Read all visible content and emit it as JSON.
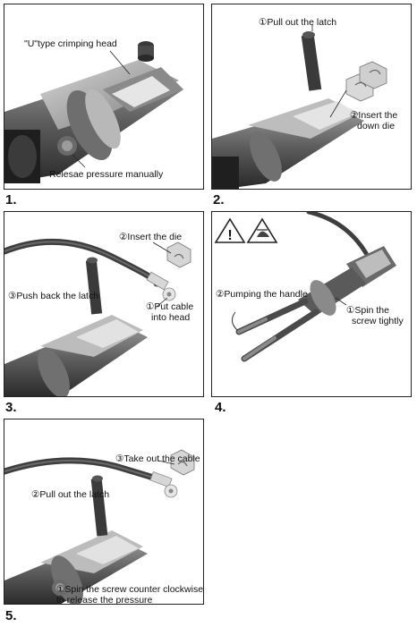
{
  "steps": [
    {
      "number": "1.",
      "labels": {
        "head": "\"U\"type crimping head",
        "release": "Relesae pressure manually"
      }
    },
    {
      "number": "2.",
      "labels": {
        "latch": "①Pull out the latch",
        "die_line1": "②Insert the",
        "die_line2": "down die"
      }
    },
    {
      "number": "3.",
      "labels": {
        "insert_die": "②Insert the die",
        "push_latch": "③Push back the latch",
        "cable_line1": "①Put cable",
        "cable_line2": "into head"
      }
    },
    {
      "number": "4.",
      "labels": {
        "pumping": "②Pumping the handle",
        "spin_line1": "①Spin the",
        "spin_line2": "screw tightly"
      },
      "warning_icons": [
        "warning-triangle-icon",
        "hand-crush-warning-icon"
      ]
    },
    {
      "number": "5.",
      "labels": {
        "take_out": "③Take out the cable",
        "pull_latch": "②Pull out the latch",
        "spin_ccw_line1": "①Spin the screw counter clockwise",
        "spin_ccw_line2": "to release the pressure"
      }
    }
  ]
}
